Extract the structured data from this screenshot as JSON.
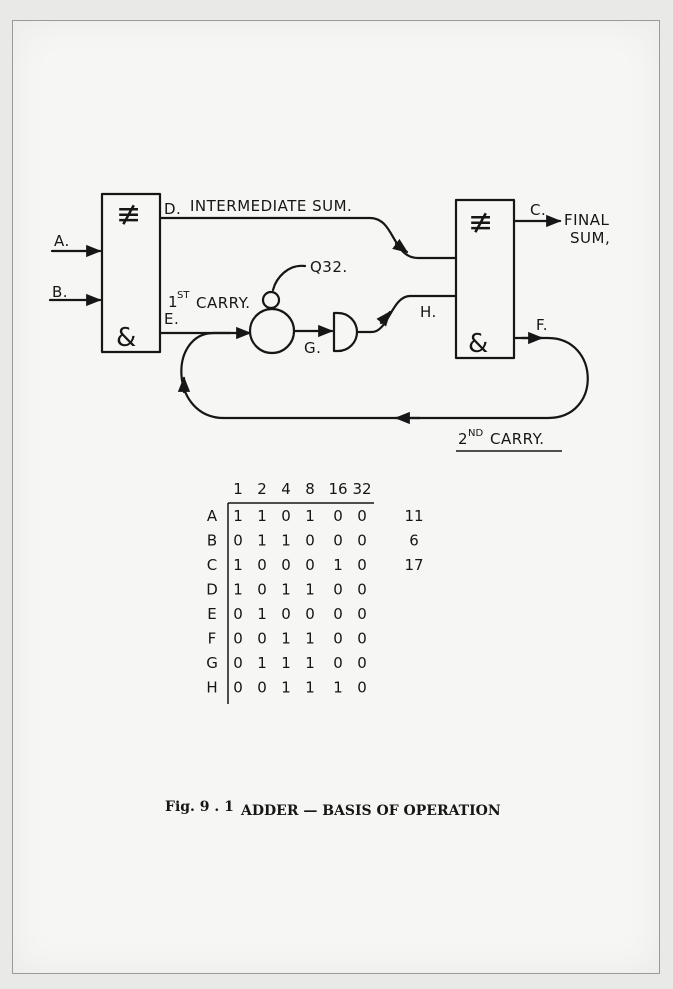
{
  "diagram": {
    "inputs": {
      "a": "A.",
      "b": "B."
    },
    "gate_symbols": {
      "neq": "≢",
      "and": "&"
    },
    "labels": {
      "d": "D.",
      "intermediate_sum": "INTERMEDIATE SUM.",
      "c": "C.",
      "final": "FINAL",
      "sum": "SUM,",
      "q32": "Q32.",
      "first": "1",
      "first_sup": "ST",
      "first_carry": "CARRY.",
      "e": "E.",
      "g": "G.",
      "h": "H.",
      "f": "F.",
      "second": "2",
      "second_sup": "ND",
      "second_carry": "CARRY."
    }
  },
  "table": {
    "columns": [
      "1",
      "2",
      "4",
      "8",
      "16",
      "32"
    ],
    "rows": [
      {
        "label": "A",
        "bits": [
          "1",
          "1",
          "0",
          "1",
          "0",
          "0"
        ],
        "value": "11"
      },
      {
        "label": "B",
        "bits": [
          "0",
          "1",
          "1",
          "0",
          "0",
          "0"
        ],
        "value": "6"
      },
      {
        "label": "C",
        "bits": [
          "1",
          "0",
          "0",
          "0",
          "1",
          "0"
        ],
        "value": "17"
      },
      {
        "label": "D",
        "bits": [
          "1",
          "0",
          "1",
          "1",
          "0",
          "0"
        ],
        "value": ""
      },
      {
        "label": "E",
        "bits": [
          "0",
          "1",
          "0",
          "0",
          "0",
          "0"
        ],
        "value": ""
      },
      {
        "label": "F",
        "bits": [
          "0",
          "0",
          "1",
          "1",
          "0",
          "0"
        ],
        "value": ""
      },
      {
        "label": "G",
        "bits": [
          "0",
          "1",
          "1",
          "1",
          "0",
          "0"
        ],
        "value": ""
      },
      {
        "label": "H",
        "bits": [
          "0",
          "0",
          "1",
          "1",
          "1",
          "0"
        ],
        "value": ""
      }
    ]
  },
  "caption": {
    "fig": "Fig. 9 . 1",
    "title": "ADDER — BASIS OF OPERATION"
  }
}
